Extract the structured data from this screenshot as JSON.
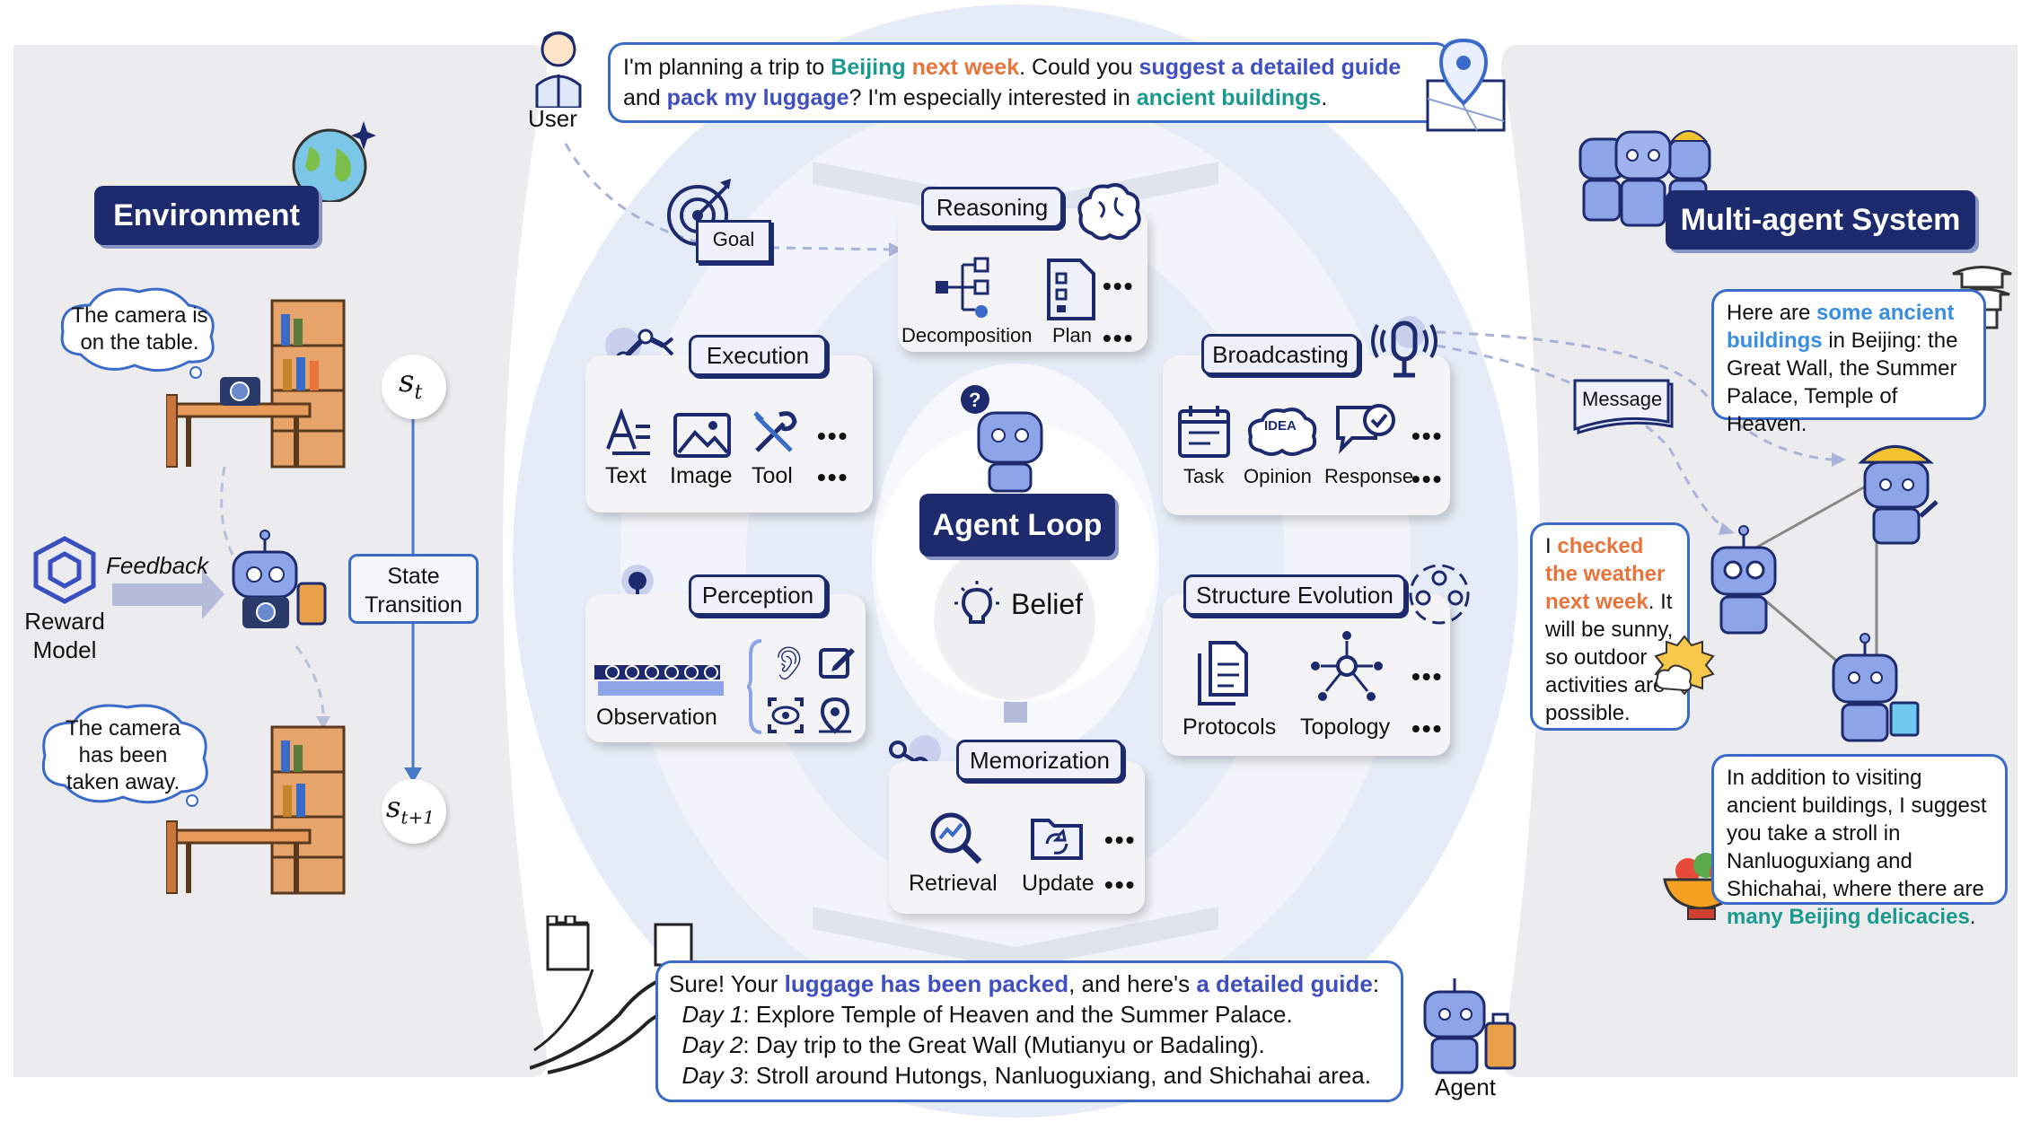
{
  "user": {
    "label": "User",
    "msg_p1": "I'm planning a trip to ",
    "msg_beijing": "Beijing",
    "msg_p2": " ",
    "msg_nextweek": "next week",
    "msg_p3": ". Could you ",
    "msg_guide": "suggest a detailed guide",
    "msg_p4": "and ",
    "msg_pack": "pack my luggage",
    "msg_p5": "? I'm especially interested in ",
    "msg_ancient": "ancient buildings",
    "msg_p6": "."
  },
  "agent": {
    "label": "Agent",
    "reply_p1": "Sure! Your ",
    "reply_packed": "luggage has been packed",
    "reply_p2": ", and here's ",
    "reply_guide": "a detailed guide",
    "reply_p3": ":",
    "day1_label": "Day 1",
    "day1_text": ": Explore Temple of Heaven and the Summer Palace.",
    "day2_label": "Day 2",
    "day2_text": ": Day trip to the Great Wall (Mutianyu or Badaling).",
    "day3_label": "Day 3",
    "day3_text": ": Stroll around Hutongs, Nanluoguxiang, and Shichahai area."
  },
  "environment": {
    "title": "Environment",
    "cloud1": "The camera is on the table.",
    "cloud2": "The camera has been taken away.",
    "reward_model": "Reward Model",
    "feedback": "Feedback",
    "state_transition": "State Transition",
    "s_t": "s",
    "s_t_sub": "t",
    "s_t1": "s",
    "s_t1_sub": "t+1"
  },
  "center": {
    "goal": "Goal",
    "reasoning": {
      "title": "Reasoning",
      "items": [
        "Decomposition",
        "Plan"
      ],
      "more": "•••"
    },
    "execution": {
      "title": "Execution",
      "items": [
        "Text",
        "Image",
        "Tool"
      ],
      "more": "•••"
    },
    "perception": {
      "title": "Perception",
      "items": [
        "Observation"
      ],
      "more": "•••"
    },
    "memorization": {
      "title": "Memorization",
      "items": [
        "Retrieval",
        "Update"
      ],
      "more": "•••"
    },
    "broadcasting": {
      "title": "Broadcasting",
      "items": [
        "Task",
        "Opinion",
        "Response"
      ],
      "idea": "IDEA",
      "more": "•••"
    },
    "structure": {
      "title": "Structure Evolution",
      "items": [
        "Protocols",
        "Topology"
      ],
      "more": "•••"
    },
    "agent_loop": "Agent Loop",
    "belief": "Belief"
  },
  "multi_agent": {
    "title": "Multi-agent System",
    "message": "Message",
    "b1_p1": "Here are ",
    "b1_hl": "some ancient buildings",
    "b1_p2": " in Beijing: the Great Wall, the Summer Palace, Temple of Heaven.",
    "b2_p1": "I ",
    "b2_hl": "checked the weather next week",
    "b2_p2": ". It will be sunny, so outdoor activities are possible.",
    "b3_p1": "In addition to visiting ancient buildings, I suggest you take a stroll in Nanluoguxiang and Shichahai, where there are ",
    "b3_hl": "many Beijing delicacies",
    "b3_p2": "."
  },
  "colors": {
    "navy": "#1d2a6e",
    "bubble_border": "#3a6bc9",
    "teal": "#1a9a8e",
    "orange": "#e8743b",
    "blue": "#3f4fbf"
  }
}
